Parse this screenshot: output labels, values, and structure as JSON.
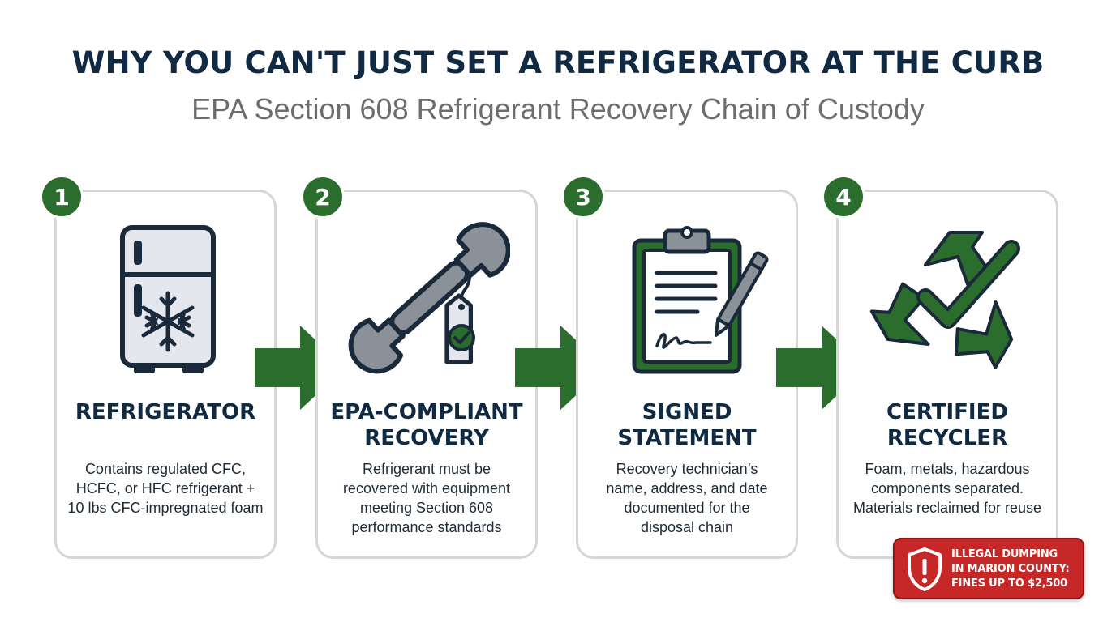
{
  "header": {
    "title": "WHY YOU CAN'T JUST SET A REFRIGERATOR AT THE CURB",
    "subtitle": "EPA Section 608 Refrigerant Recovery Chain of Custody"
  },
  "colors": {
    "brand_green": "#2a6d2c",
    "title_navy": "#102a43",
    "warning_red": "#c62828",
    "card_border": "#d6d6d6"
  },
  "steps": [
    {
      "number": "1",
      "icon": "refrigerator-icon",
      "title_lines": [
        "REFRIGERATOR"
      ],
      "desc_lines": [
        "Contains regulated CFC,",
        "HCFC, or HFC refrigerant +",
        "10 lbs CFC-impregnated foam"
      ]
    },
    {
      "number": "2",
      "icon": "wrench-tag-icon",
      "title_lines": [
        "EPA-COMPLIANT",
        "RECOVERY"
      ],
      "desc_lines": [
        "Refrigerant must be",
        "recovered with equipment",
        "meeting Section 608",
        "performance standards"
      ]
    },
    {
      "number": "3",
      "icon": "clipboard-signature-icon",
      "title_lines": [
        "SIGNED",
        "STATEMENT"
      ],
      "desc_lines": [
        "Recovery technician’s",
        "name, address, and date",
        "documented for the",
        "disposal chain"
      ]
    },
    {
      "number": "4",
      "icon": "recycle-check-icon",
      "title_lines": [
        "CERTIFIED",
        "RECYCLER"
      ],
      "desc_lines": [
        "Foam, metals, hazardous",
        "components separated.",
        "Materials reclaimed for reuse"
      ]
    }
  ],
  "warning": {
    "icon": "shield-alert-icon",
    "lines": [
      "ILLEGAL DUMPING",
      "IN MARION COUNTY:",
      "FINES UP TO $2,500"
    ]
  }
}
